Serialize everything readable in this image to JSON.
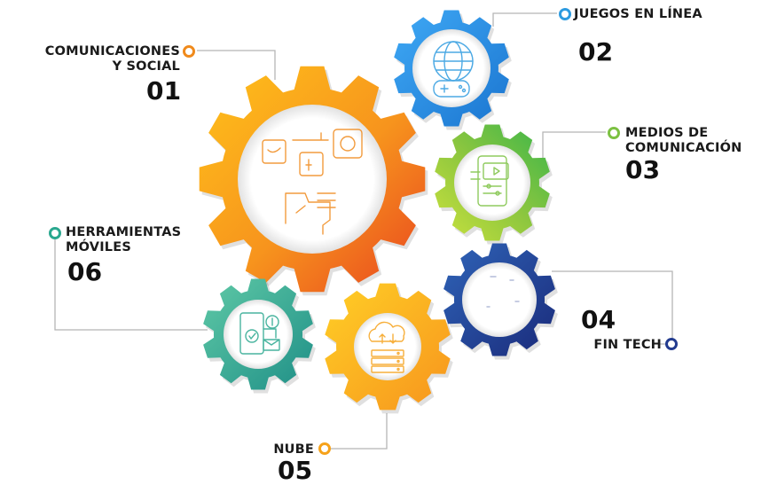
{
  "items": [
    {
      "number": "01",
      "title_line1": "COMUNICACIONES",
      "title_line2": "Y SOCIAL",
      "color": "#f08a1c"
    },
    {
      "number": "02",
      "title_line1": "JUEGOS EN LÍNEA",
      "title_line2": "",
      "color": "#2d9be0"
    },
    {
      "number": "03",
      "title_line1": "MEDIOS DE",
      "title_line2": "COMUNICACIÓN",
      "color": "#7cc142"
    },
    {
      "number": "04",
      "title_line1": "FIN TECH",
      "title_line2": "",
      "color": "#223b8f"
    },
    {
      "number": "05",
      "title_line1": "NUBE",
      "title_line2": "",
      "color": "#f6a21a"
    },
    {
      "number": "06",
      "title_line1": "HERRAMIENTAS",
      "title_line2": "MÓVILES",
      "color": "#2aa88f"
    }
  ],
  "gear_icons": [
    "social-media-hand-icon",
    "globe-gamepad-icon",
    "media-player-phone-icon",
    "fintech-icon",
    "cloud-server-icon",
    "mobile-payment-icon"
  ]
}
